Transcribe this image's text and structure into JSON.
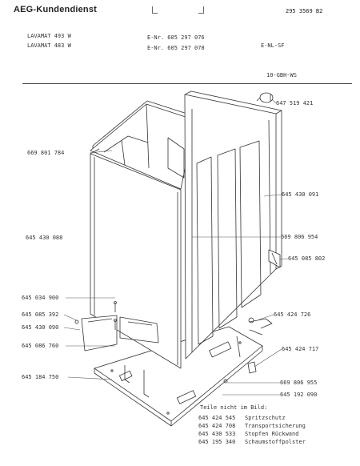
{
  "header": {
    "brand": "AEG-Kundendienst",
    "doc_number": "295 3569 B2",
    "models": [
      {
        "name": "LAVAMAT 493 W",
        "enr": "E-Nr. 605 297 076"
      },
      {
        "name": "LAVAMAT 483 W",
        "enr": "E-Nr. 605 297 078"
      }
    ],
    "variant": "E-NL-SF",
    "group": "10-GBH-WS"
  },
  "part_labels": {
    "p647519421": "647 519 421",
    "p669801784": "669 801 784",
    "p645430091": "645 430 091",
    "p645430088": "645 430 088",
    "p669806954": "669 806 954",
    "p645085802": "645 085 802",
    "p645034900": "645 034 900",
    "p645085392": "645 085 392",
    "p645430090": "645 430 090",
    "p645424726": "645 424 726",
    "p645086760": "645 086 760",
    "p645424717": "645 424 717",
    "p645184750": "645 184 750",
    "p669806955": "669 806 955",
    "p645192090": "645 192 090"
  },
  "legend": {
    "title": "Teile nicht im Bild:",
    "items": [
      {
        "number": "645 424 545",
        "desc": "Spritzschutz"
      },
      {
        "number": "645 424 708",
        "desc": "Transportsicherung"
      },
      {
        "number": "645 430 533",
        "desc": "Stopfen Rückwand"
      },
      {
        "number": "645 195 340",
        "desc": "Schaumstoffpolster"
      }
    ]
  }
}
